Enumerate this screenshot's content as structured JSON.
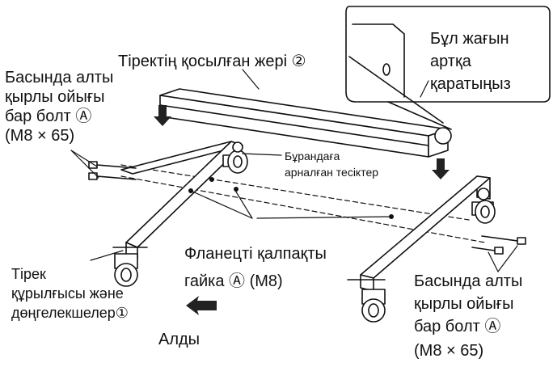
{
  "labels": {
    "joint": "Тіректің қосылған жері ②",
    "bolt_left": [
      "Басында алты",
      "қырлы ойығы",
      "бар болт Ⓐ",
      "(M8 × 65)"
    ],
    "callout": [
      "Бұл жағын",
      "артқа",
      "қаратыңыз"
    ],
    "holes": [
      "Бұрандаға",
      "арналған тесіктер"
    ],
    "nut": [
      "Фланецті қалпақты",
      "гайка Ⓐ (M8)"
    ],
    "stand": [
      "Тірек",
      "құрылғысы және",
      "дөңгелекшелер①"
    ],
    "bolt_right": [
      "Басында алты",
      "қырлы ойығы",
      "бар болт Ⓐ",
      "(M8 × 65)"
    ],
    "front": "Алды"
  },
  "colors": {
    "line": "#111111",
    "paper": "#ffffff",
    "arrow": "#222222"
  }
}
